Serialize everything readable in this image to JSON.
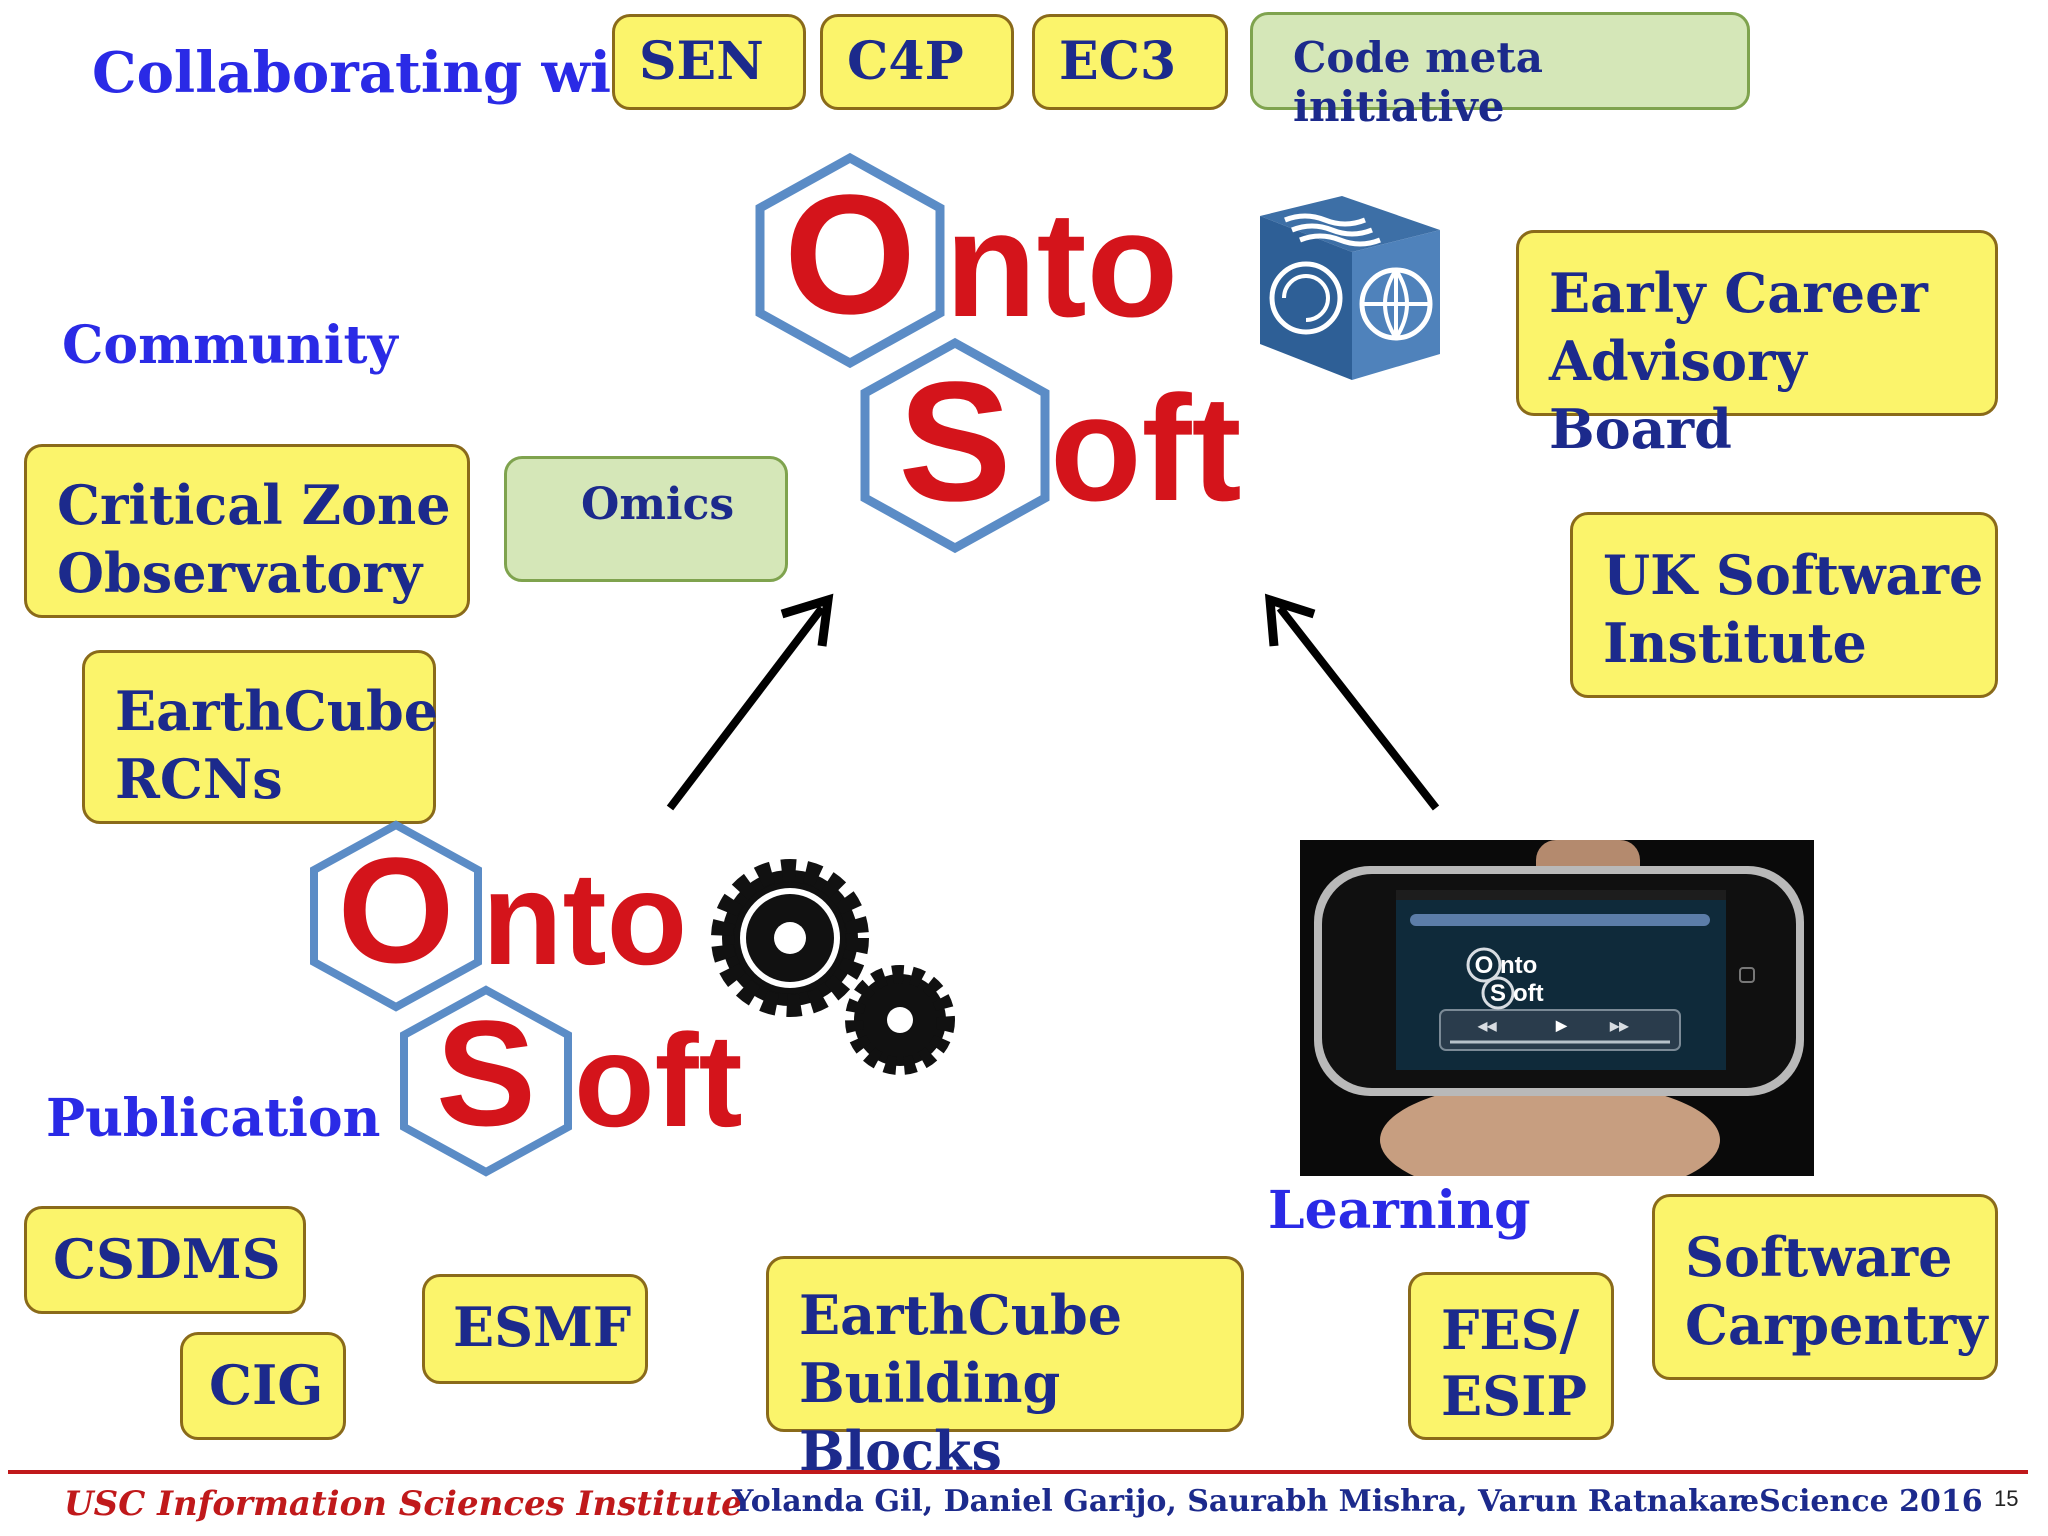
{
  "headings": {
    "collaborating": "Collaborating with",
    "community": "Community",
    "publication": "Publication",
    "learning": "Learning"
  },
  "collaborators": [
    "SEN",
    "C4P",
    "EC3",
    "Code meta initiative"
  ],
  "community": {
    "czo": [
      "Critical Zone",
      "Observatory"
    ],
    "omics": "Omics",
    "rcn": [
      "EarthCube",
      "RCNs"
    ],
    "early_career": [
      "Early Career",
      "Advisory Board"
    ],
    "uk": [
      "UK Software",
      "Institute"
    ]
  },
  "publication": {
    "csdms": "CSDMS",
    "cig": "CIG",
    "esmf": "ESMF",
    "bb": [
      "EarthCube",
      "Building Blocks"
    ]
  },
  "learning": {
    "fes": [
      "FES/",
      "ESIP"
    ],
    "swc": [
      "Software",
      "Carpentry"
    ]
  },
  "logo": {
    "onto": "nto",
    "soft": "oft",
    "o": "O",
    "s": "S"
  },
  "phone_logo": {
    "o": "O",
    "nto": "nto",
    "s": "S",
    "oft": "oft"
  },
  "footer": {
    "institute": "USC Information Sciences Institute",
    "authors": "Yolanda Gil, Daniel Garijo, Saurabh Mishra, Varun Ratnakar",
    "venue": "eScience 2016",
    "page": "15"
  },
  "colors": {
    "heading": "#2a2ae6",
    "box_yellow": "#fbf46b",
    "box_green": "#d5e7b8",
    "logo_red": "#d4141b",
    "hex_blue": "#5b8cc6",
    "footer_rule": "#c0191b"
  }
}
